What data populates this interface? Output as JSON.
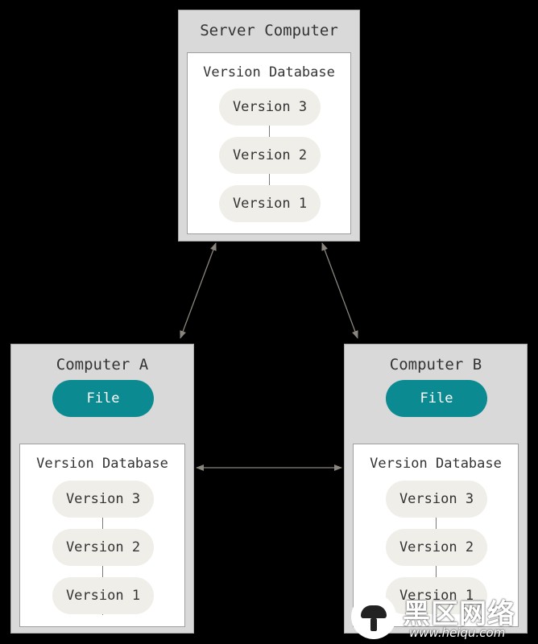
{
  "server": {
    "title": "Server Computer",
    "database_label": "Version Database",
    "versions": [
      "Version 3",
      "Version 2",
      "Version 1"
    ]
  },
  "computer_a": {
    "title": "Computer A",
    "file_label": "File",
    "database_label": "Version Database",
    "versions": [
      "Version 3",
      "Version 2",
      "Version 1"
    ]
  },
  "computer_b": {
    "title": "Computer B",
    "file_label": "File",
    "database_label": "Version Database",
    "versions": [
      "Version 3",
      "Version 2",
      "Version 1"
    ]
  },
  "colors": {
    "background": "#000000",
    "computer_box": "#d9d9d9",
    "file_pill": "#0b8a91",
    "version_pill": "#efeee9",
    "arrow": "#8a857d"
  },
  "watermark": {
    "brand": "黑区网络",
    "url": "www.heiqu.com"
  }
}
